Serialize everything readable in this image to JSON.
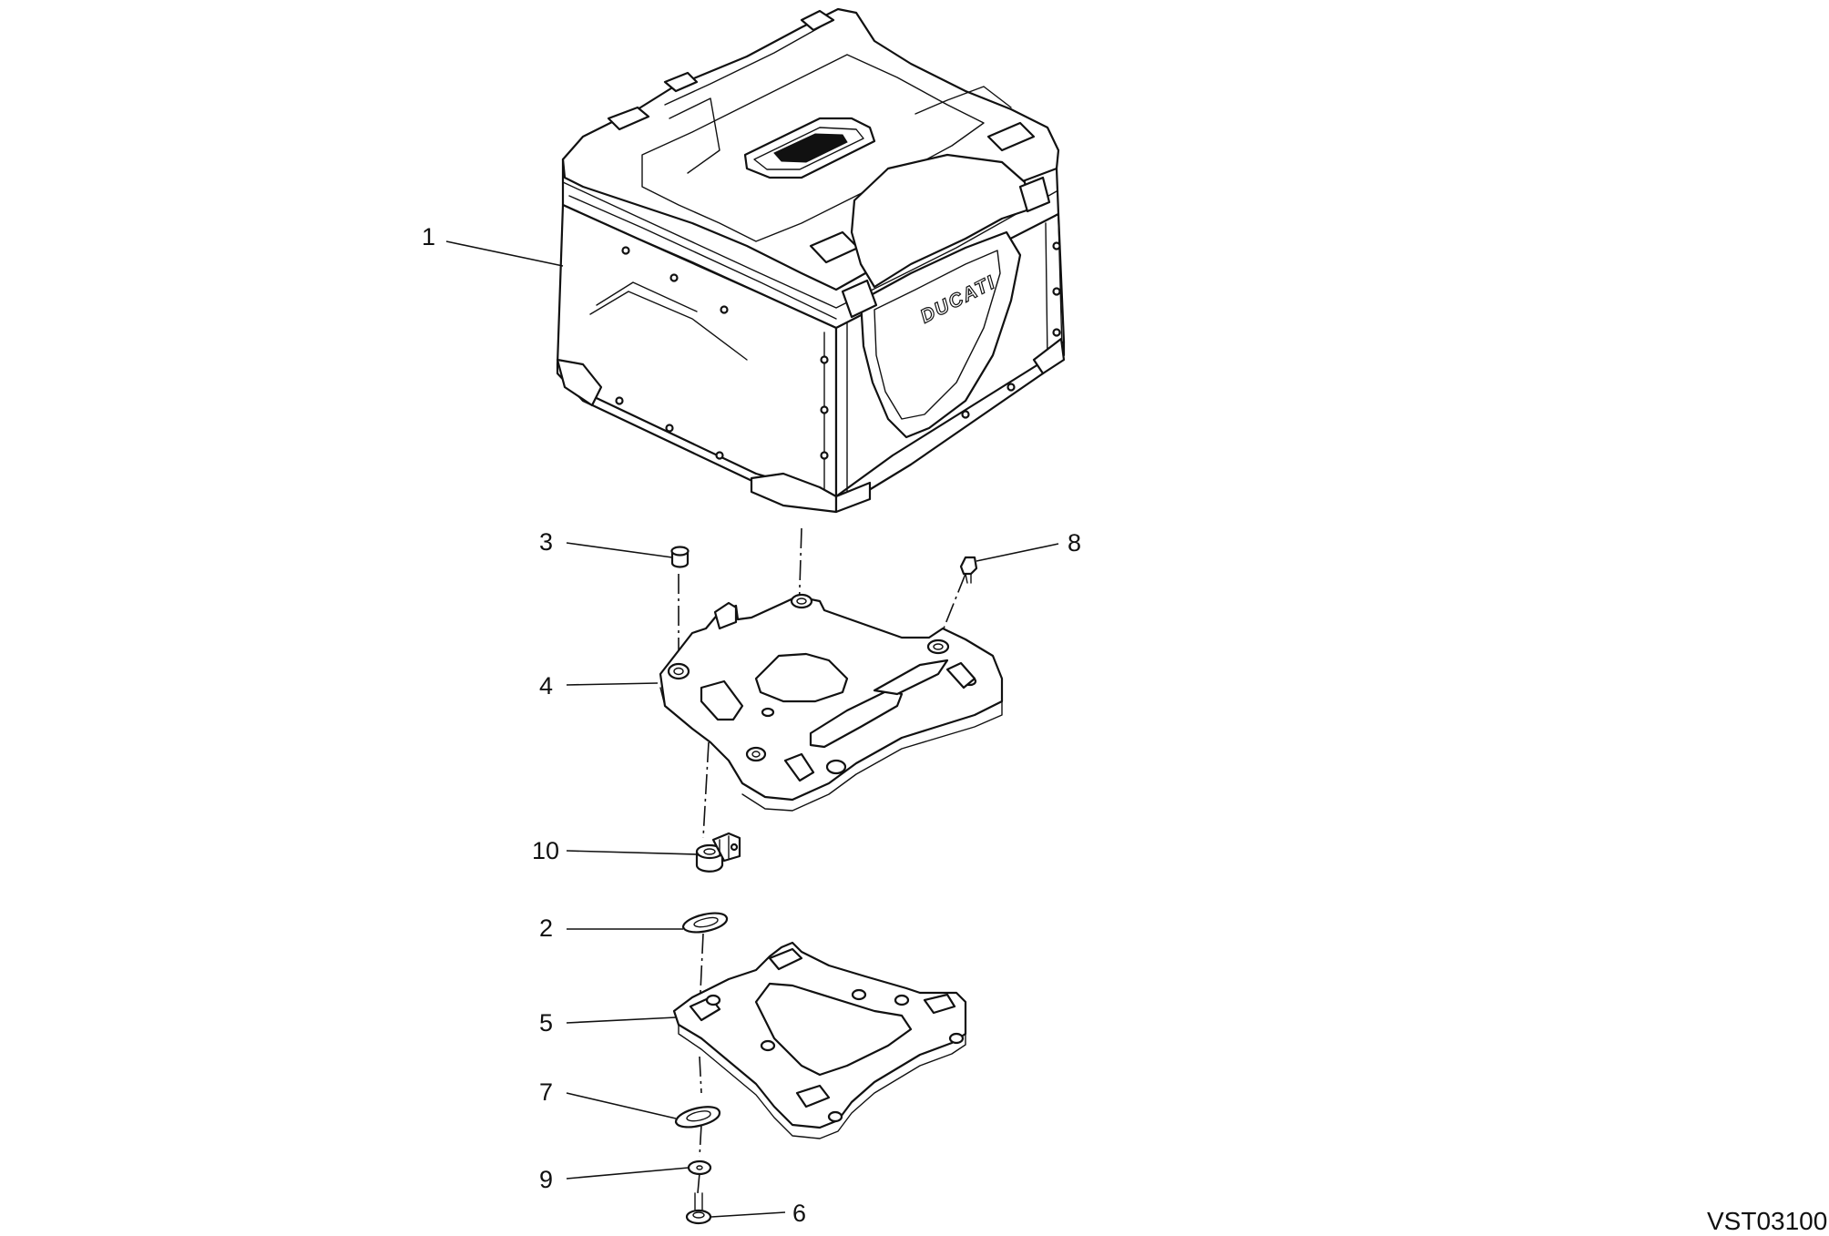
{
  "diagram": {
    "reference_code": "VST03100",
    "brand_logo": "DUCATI",
    "parts": [
      {
        "number": "1",
        "part": "top-case"
      },
      {
        "number": "2",
        "part": "washer-upper"
      },
      {
        "number": "3",
        "part": "plug"
      },
      {
        "number": "4",
        "part": "mounting-plate"
      },
      {
        "number": "5",
        "part": "support-bracket"
      },
      {
        "number": "6",
        "part": "screw"
      },
      {
        "number": "7",
        "part": "washer-lower"
      },
      {
        "number": "8",
        "part": "screw-upper"
      },
      {
        "number": "9",
        "part": "flat-washer"
      },
      {
        "number": "10",
        "part": "lock-clamp"
      }
    ]
  }
}
